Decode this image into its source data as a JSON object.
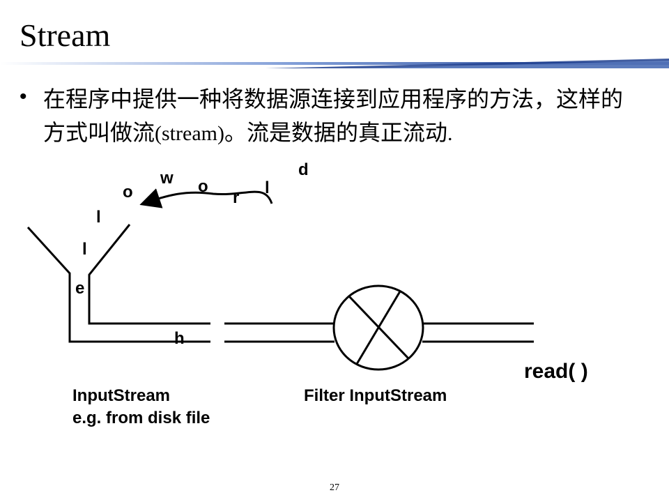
{
  "slide": {
    "title": "Stream",
    "bullet_prefix": "在程序中提供一种将数据源连接到应用程序的方法，这样的方式叫做流",
    "bullet_latin": "(stream)",
    "bullet_suffix": "。流是数据的真正流动",
    "bullet_end": "."
  },
  "diagram": {
    "stream_chars": [
      "h",
      "e",
      "l",
      "l",
      "o",
      "w",
      "o",
      "r",
      "l",
      "d"
    ],
    "input_label_line1": "InputStream",
    "input_label_line2": "e.g. from disk file",
    "filter_label": "Filter InputStream",
    "read_label": "read( )"
  },
  "colors": {
    "title_band_dark": "#1f3f8f",
    "title_band_light": "#6f8fcf"
  },
  "page_number": "27"
}
